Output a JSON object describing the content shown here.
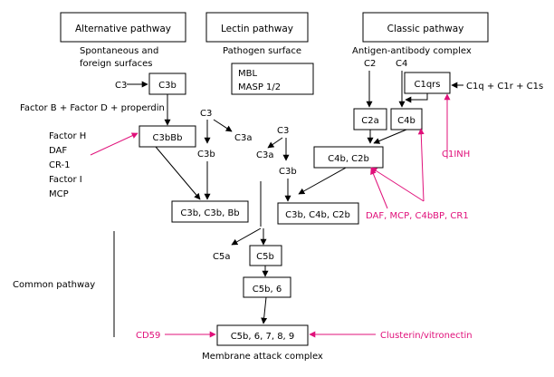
{
  "headers": {
    "alternative": "Alternative pathway",
    "lectin": "Lectin pathway",
    "classic": "Classic pathway"
  },
  "alternative": {
    "trigger_line1": "Spontaneous and",
    "trigger_line2": "foreign surfaces",
    "c3": "C3",
    "c3b": "C3b",
    "factors": "Factor B + Factor D + properdin",
    "c3bbb": "C3bBb",
    "c3_split": "C3",
    "c3a": "C3a",
    "c3b_product": "C3b",
    "convertase": "C3b, C3b, Bb",
    "regulators": [
      "Factor H",
      "DAF",
      "CR-1",
      "Factor I",
      "MCP"
    ]
  },
  "lectin": {
    "trigger": "Pathogen surface",
    "mbl": "MBL",
    "masp": "MASP 1/2",
    "c3": "C3",
    "c3a": "C3a",
    "c3b": "C3b"
  },
  "classic": {
    "trigger": "Antigen-antibody complex",
    "c2": "C2",
    "c4": "C4",
    "c1qrs": "C1qrs",
    "c1_components": "C1q + C1r + C1s",
    "c2a": "C2a",
    "c4b": "C4b",
    "c4b_c2b": "C4b, C2b",
    "c1inh": "C1INH",
    "convertase": "C3b, C4b, C2b",
    "regulators": "DAF, MCP, C4bBP, CR1"
  },
  "common": {
    "label": "Common pathway",
    "c5a": "C5a",
    "c5b": "C5b",
    "c5b6": "C5b, 6",
    "mac_box": "C5b, 6, 7, 8, 9",
    "mac_label": "Membrane attack complex",
    "cd59": "CD59",
    "clusterin": "Clusterin/vitronectin"
  },
  "colors": {
    "ink": "#000000",
    "regulator": "#e0107a"
  }
}
